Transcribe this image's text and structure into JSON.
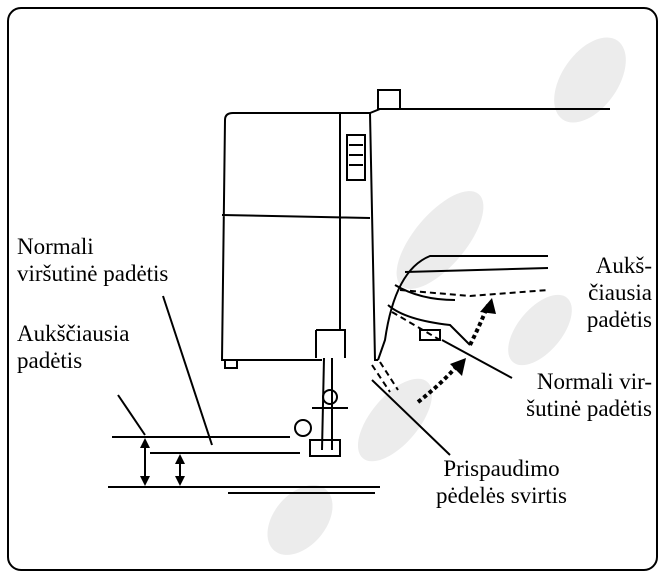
{
  "labels": {
    "normal_upper_left": [
      "Normali",
      "viršutinė padėtis"
    ],
    "highest_left": [
      "Aukščiausia",
      "padėtis"
    ],
    "highest_right": [
      "Aukš-",
      "čiausia",
      "padėtis"
    ],
    "normal_upper_right": [
      "Normali vir-",
      "šutinė padėtis"
    ],
    "lever": [
      "Prispaudimo",
      "pėdelės svirtis"
    ]
  },
  "colors": {
    "line": "#000000",
    "watermark": "#ececec",
    "background": "#ffffff"
  }
}
